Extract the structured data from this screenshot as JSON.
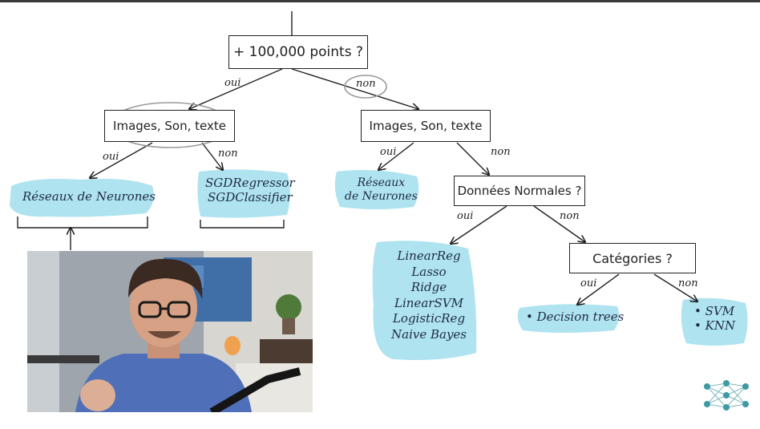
{
  "diagram": {
    "root": "+ 100,000 points ?",
    "left_question": "Images, Son, texte",
    "right_question": "Images, Son, texte",
    "normal_question": "Données Normales ?",
    "categories_question": "Catégories ?",
    "edges": {
      "root_yes": "oui",
      "root_no": "non",
      "left_yes": "oui",
      "left_no": "non",
      "right_yes": "oui",
      "right_no": "non",
      "normal_yes": "oui",
      "normal_no": "non",
      "cat_yes": "oui",
      "cat_no": "non"
    },
    "leaves": {
      "neural_left": "Réseaux de Neurones",
      "sgd": [
        "SGDRegressor",
        "SGDClassifier"
      ],
      "neural_right": [
        "Réseaux",
        "de Neurones"
      ],
      "linear_models": [
        "LinearReg",
        "Lasso",
        "Ridge",
        "LinearSVM",
        "LogisticReg",
        "Naive Bayes"
      ],
      "decision_trees": "• Decision trees",
      "svm_knn": [
        "• SVM",
        "• KNN"
      ]
    },
    "highlight_color": "#aee3ef",
    "ink_color": "#222222"
  },
  "video": {
    "description_icon": "presenter-video"
  }
}
